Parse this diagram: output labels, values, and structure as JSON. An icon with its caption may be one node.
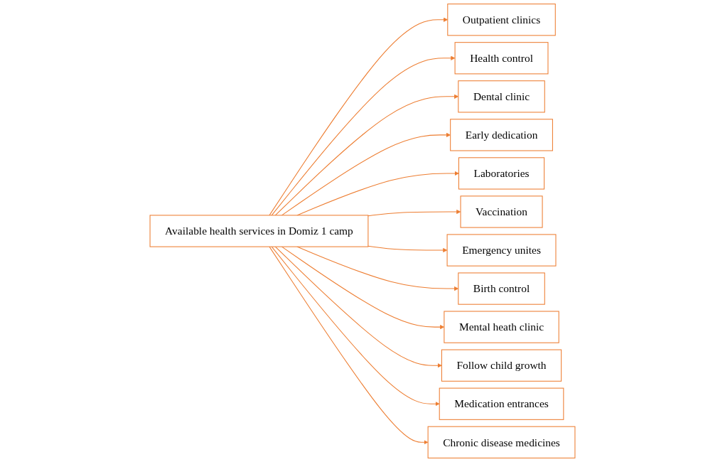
{
  "diagram": {
    "nodes": [
      {
        "text": [
          "Available health services in Domiz 1 camp"
        ]
      },
      {
        "text": [
          "Outpatient clinics"
        ]
      },
      {
        "text": [
          "Health control"
        ]
      },
      {
        "text": [
          "Dental clinic"
        ]
      },
      {
        "text": [
          "Early dedication"
        ]
      },
      {
        "text": [
          "Laboratories"
        ]
      },
      {
        "text": [
          "Vaccination"
        ]
      },
      {
        "text": [
          "Emergency unites"
        ]
      },
      {
        "text": [
          "Birth control"
        ]
      },
      {
        "text": [
          "Mental heath clinic"
        ]
      },
      {
        "text": [
          "Follow child growth"
        ]
      },
      {
        "text": [
          "Medication entrances"
        ]
      },
      {
        "text": [
          "Chronic disease medicines"
        ]
      }
    ],
    "edges": [
      {
        "from": 0,
        "to": 1,
        "arrow": "to"
      },
      {
        "from": 0,
        "to": 2,
        "arrow": "to"
      },
      {
        "from": 0,
        "to": 3,
        "arrow": "to"
      },
      {
        "from": 0,
        "to": 4,
        "arrow": "to"
      },
      {
        "from": 0,
        "to": 5,
        "arrow": "to"
      },
      {
        "from": 0,
        "to": 6,
        "arrow": "to"
      },
      {
        "from": 0,
        "to": 7,
        "arrow": "to"
      },
      {
        "from": 0,
        "to": 8,
        "arrow": "to"
      },
      {
        "from": 0,
        "to": 9,
        "arrow": "to"
      },
      {
        "from": 0,
        "to": 10,
        "arrow": "to"
      },
      {
        "from": 0,
        "to": 11,
        "arrow": "to"
      },
      {
        "from": 0,
        "to": 12,
        "arrow": "to"
      }
    ]
  }
}
